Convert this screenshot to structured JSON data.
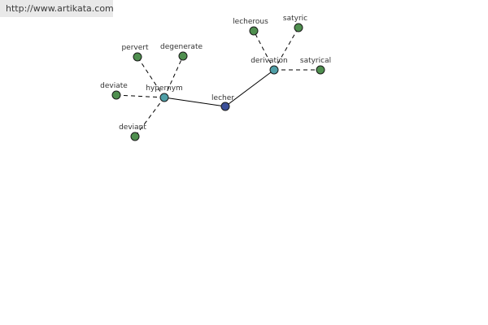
{
  "source_link": "http://www.artikata.com",
  "graph": {
    "colors": {
      "root": "#3b4f99",
      "relation": "#4e9ea6",
      "word": "#4f8f4f"
    },
    "nodes": [
      {
        "id": "lecher",
        "label": "lecher",
        "kind": "root"
      },
      {
        "id": "hypernym",
        "label": "hypernym",
        "kind": "relation"
      },
      {
        "id": "derivation",
        "label": "derivation",
        "kind": "relation"
      },
      {
        "id": "pervert",
        "label": "pervert",
        "kind": "word"
      },
      {
        "id": "degenerate",
        "label": "degenerate",
        "kind": "word"
      },
      {
        "id": "deviate",
        "label": "deviate",
        "kind": "word"
      },
      {
        "id": "deviant",
        "label": "deviant",
        "kind": "word"
      },
      {
        "id": "lecherous",
        "label": "lecherous",
        "kind": "word"
      },
      {
        "id": "satyric",
        "label": "satyric",
        "kind": "word"
      },
      {
        "id": "satyrical",
        "label": "satyrical",
        "kind": "word"
      }
    ],
    "edges": [
      {
        "from": "lecher",
        "to": "hypernym",
        "style": "solid"
      },
      {
        "from": "lecher",
        "to": "derivation",
        "style": "solid"
      },
      {
        "from": "hypernym",
        "to": "pervert",
        "style": "dashed"
      },
      {
        "from": "hypernym",
        "to": "degenerate",
        "style": "dashed"
      },
      {
        "from": "hypernym",
        "to": "deviate",
        "style": "dashed"
      },
      {
        "from": "hypernym",
        "to": "deviant",
        "style": "dashed"
      },
      {
        "from": "derivation",
        "to": "lecherous",
        "style": "dashed"
      },
      {
        "from": "derivation",
        "to": "satyric",
        "style": "dashed"
      },
      {
        "from": "derivation",
        "to": "satyrical",
        "style": "dashed"
      }
    ]
  }
}
